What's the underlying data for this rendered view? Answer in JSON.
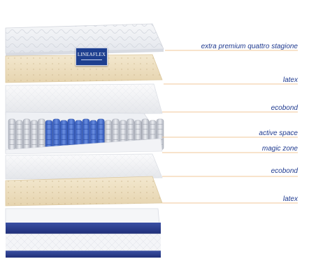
{
  "brand": {
    "logo_text": "LINEAFLEX"
  },
  "colors": {
    "label": "#1f3a8f",
    "leader": "#f0c79a",
    "latex": "#efe1c3",
    "spring_blue": "#3f66c4",
    "spring_grey": "#c9ccd6",
    "band_blue": "#2a3f8f"
  },
  "layers": [
    {
      "label": "extra premium quattro stagione"
    },
    {
      "label": "latex"
    },
    {
      "label": "ecobond"
    },
    {
      "label": "active space"
    },
    {
      "label": "magic zone"
    },
    {
      "label": "ecobond"
    },
    {
      "label": "latex"
    }
  ]
}
